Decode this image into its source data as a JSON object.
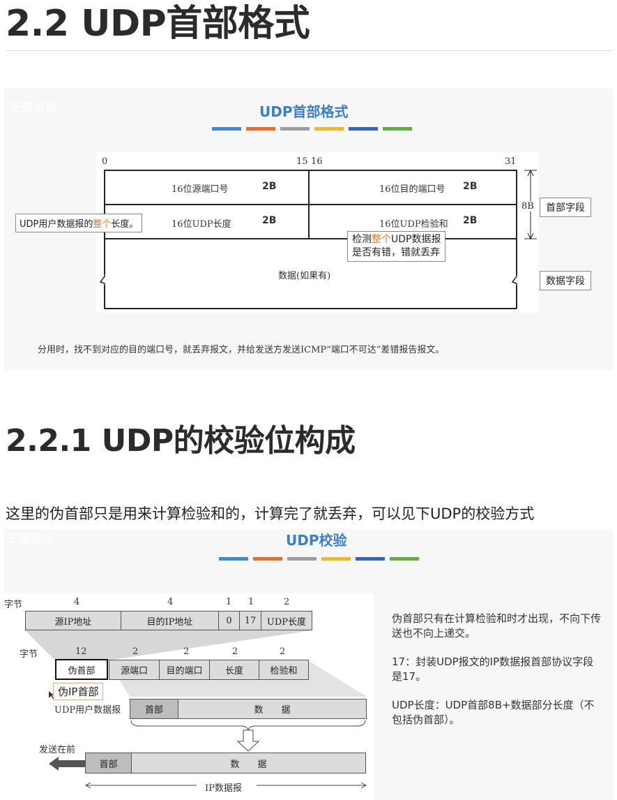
{
  "section1": {
    "heading": "2.2 UDP首部格式",
    "slide": {
      "watermark": "王道论坛",
      "title": "UDP首部格式",
      "colorbar": [
        "#4a86c8",
        "#d9733a",
        "#9e9e9e",
        "#e8b83a",
        "#3a62b0",
        "#6aa84f"
      ],
      "bits": {
        "b0": "0",
        "b15": "15",
        "b16": "16",
        "b31": "31"
      },
      "row1": {
        "left": "16位源端口号",
        "left_size": "2B",
        "right": "16位目的端口号",
        "right_size": "2B"
      },
      "row2": {
        "left": "16位UDP长度",
        "left_size": "2B",
        "right": "16位UDP检验和",
        "right_size": "2B"
      },
      "data_row": "数据(如果有)",
      "bracket_label": "8B",
      "label_header": "首部字段",
      "label_data": "数据字段",
      "callout_length": {
        "pre": "UDP用户数据报的",
        "hl": "整个",
        "post": "长度。"
      },
      "callout_checksum": {
        "line1_pre": "检测",
        "line1_hl": "整个",
        "line1_post": "UDP数据报",
        "line2": "是否有错，错就丢弃"
      },
      "footnote": "分用时，找不到对应的目的端口号，就丢弃报文，并给发送方发送ICMP“端口不可达”差错报告报文。"
    }
  },
  "section2": {
    "heading": "2.2.1 UDP的校验位构成",
    "paragraph": "这里的伪首部只是用来计算检验和的，计算完了就丢弃，可以见下UDP的校验方式",
    "slide": {
      "watermark": "王道论坛",
      "title": "UDP校验",
      "colorbar": [
        "#4a86c8",
        "#d9733a",
        "#9e9e9e",
        "#e8b83a",
        "#3a62b0",
        "#6aa84f"
      ],
      "bytes_label": "字节",
      "top_bytes": [
        "4",
        "4",
        "1",
        "1",
        "2"
      ],
      "top_cells": [
        "源IP地址",
        "目的IP地址",
        "0",
        "17",
        "UDP长度"
      ],
      "mid_bytes_label": "字节",
      "mid_bytes": [
        "12",
        "2",
        "2",
        "2",
        "2"
      ],
      "mid_cells": [
        "伪首部",
        "源端口",
        "目的端口",
        "长度",
        "检验和"
      ],
      "pseudo_callout": "伪IP首部",
      "udp_label": "UDP用户数据报",
      "udp_cells": [
        "首部",
        "数　　据"
      ],
      "send_label": "发送在前",
      "ip_cells": [
        "首部",
        "数　　据"
      ],
      "ip_label": "IP数据报",
      "notes": [
        "伪首部只有在计算检验和时才出现，不向下传送也不向上递交。",
        "17：封装UDP报文的IP数据报首部协议字段是17。",
        "UDP长度：UDP首部8B+数据部分长度（不包括伪首部）。"
      ]
    }
  }
}
